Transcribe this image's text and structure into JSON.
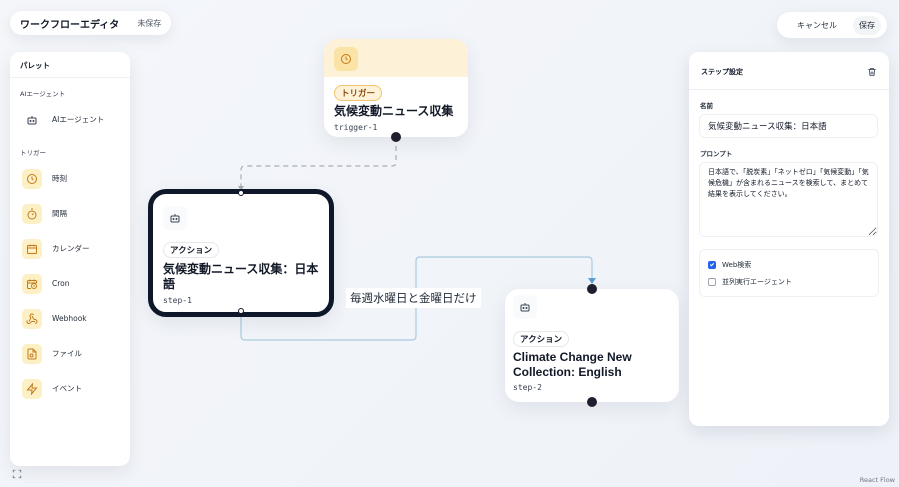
{
  "header": {
    "title": "ワークフローエディタ",
    "status": "未保存",
    "cancel_label": "キャンセル",
    "save_label": "保存"
  },
  "palette": {
    "title": "パレット",
    "sections": [
      {
        "label": "AIエージェント",
        "items": [
          {
            "label": "AIエージェント",
            "icon": "bot-icon"
          }
        ]
      },
      {
        "label": "トリガー",
        "items": [
          {
            "label": "時刻",
            "icon": "clock-icon"
          },
          {
            "label": "間隔",
            "icon": "timer-icon"
          },
          {
            "label": "カレンダー",
            "icon": "calendar-icon"
          },
          {
            "label": "Cron",
            "icon": "calendar-clock-icon"
          },
          {
            "label": "Webhook",
            "icon": "webhook-icon"
          },
          {
            "label": "ファイル",
            "icon": "file-icon"
          },
          {
            "label": "イベント",
            "icon": "zap-icon"
          }
        ]
      }
    ]
  },
  "nodes": {
    "trigger": {
      "badge": "トリガー",
      "title": "気候変動ニュース収集",
      "id": "trigger-1",
      "icon": "clock-icon"
    },
    "step1": {
      "badge": "アクション",
      "title": "気候変動ニュース収集：日本語",
      "id": "step-1",
      "icon": "bot-icon"
    },
    "step2": {
      "badge": "アクション",
      "title": "Climate Change New Collection: English",
      "id": "step-2",
      "icon": "bot-icon"
    }
  },
  "edges": {
    "condition_label": "毎週水曜日と金曜日だけ"
  },
  "settings": {
    "title": "ステップ設定",
    "name_label": "名前",
    "name_value": "気候変動ニュース収集：日本語",
    "prompt_label": "プロンプト",
    "prompt_value": "日本語で、「脱炭素」「ネットゼロ」「気候変動」「気候危機」が含まれるニュースを検索して、まとめて結果を表示してください。",
    "options": [
      {
        "label": "Web検索",
        "checked": true
      },
      {
        "label": "並列実行エージェント",
        "checked": false
      }
    ]
  },
  "footer": {
    "attribution": "React Flow"
  },
  "colors": {
    "trigger_bg": "#fdf2d8",
    "selected_border": "#0f172a",
    "edge_blue": "#93c5e4",
    "edge_dashed": "#a1a1aa",
    "checkbox": "#2563eb"
  }
}
